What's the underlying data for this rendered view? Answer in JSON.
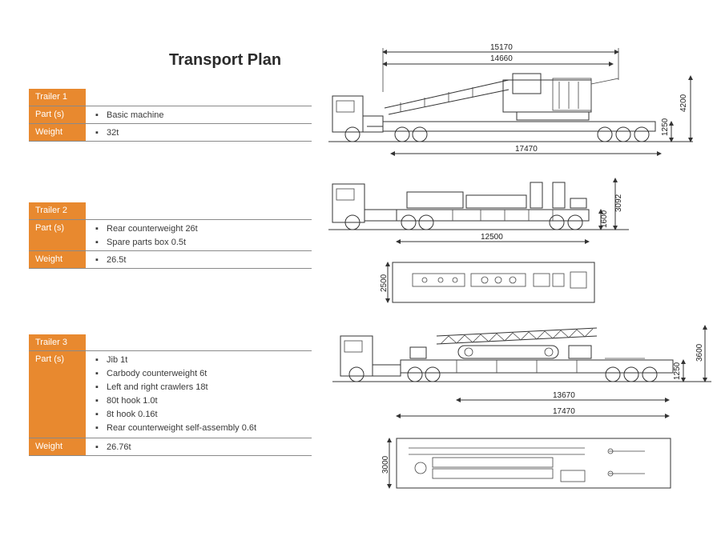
{
  "title": "Transport Plan",
  "trailers": [
    {
      "name": "Trailer 1",
      "parts_label": "Part (s)",
      "parts": [
        "Basic machine"
      ],
      "weight_label": "Weight",
      "weight": "32t"
    },
    {
      "name": "Trailer 2",
      "parts_label": "Part (s)",
      "parts": [
        "Rear counterweight 26t",
        "Spare parts box 0.5t"
      ],
      "weight_label": "Weight",
      "weight": "26.5t"
    },
    {
      "name": "Trailer 3",
      "parts_label": "Part (s)",
      "parts": [
        "Jib 1t",
        "Carbody counterweight 6t",
        "Left and right crawlers 18t",
        "80t hook 1.0t",
        "8t hook 0.16t",
        "Rear counterweight self-assembly 0.6t"
      ],
      "weight_label": "Weight",
      "weight": "26.76t"
    }
  ],
  "dimensions": {
    "t1_overall": "15170",
    "t1_machine": "14660",
    "t1_height": "4200",
    "t1_deck": "1250",
    "t1_trailer": "17470",
    "t2_height": "3092",
    "t2_deck": "1600",
    "t2_length": "12500",
    "t2_width": "2500",
    "t3_height": "3600",
    "t3_deck": "1250",
    "t3_load": "13670",
    "t3_trailer": "17470",
    "t3_width": "3000"
  }
}
